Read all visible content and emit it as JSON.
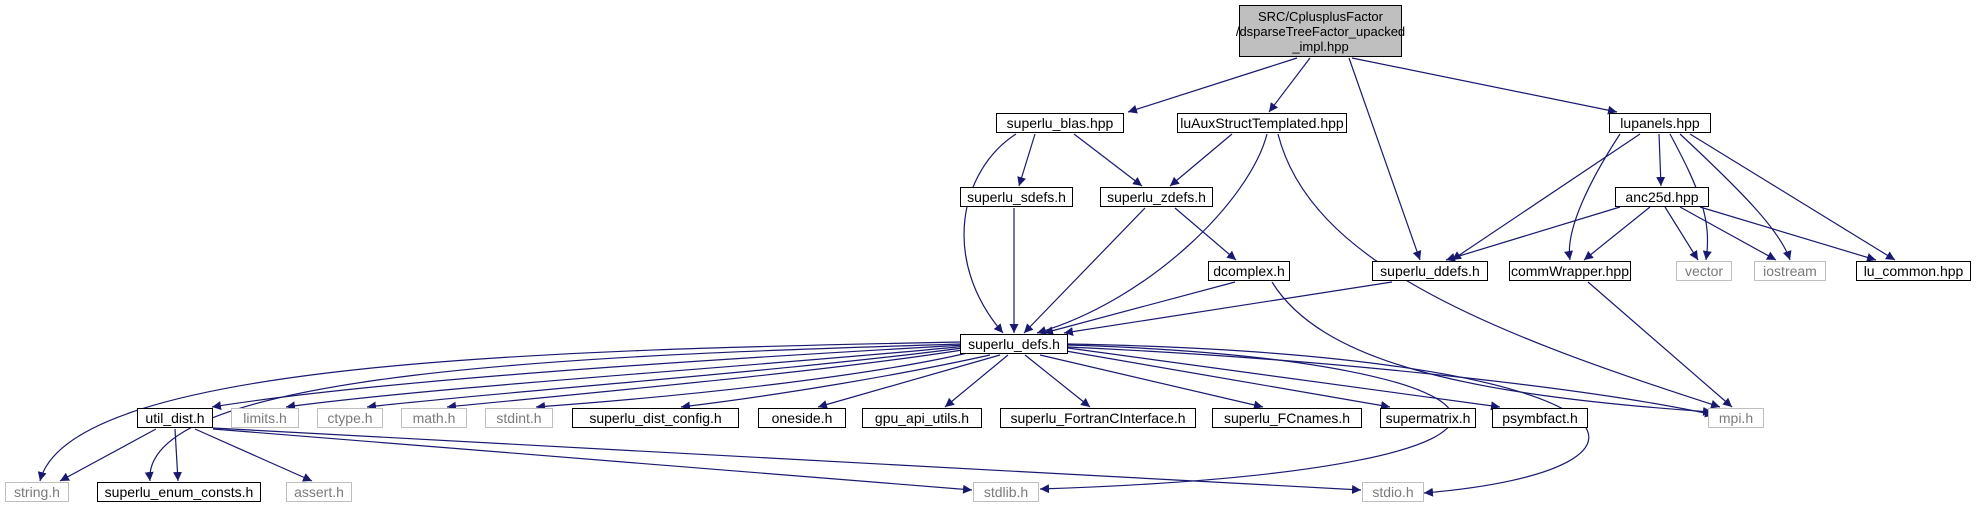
{
  "root": {
    "line1": "SRC/CplusplusFactor",
    "line2": "/dsparseTreeFactor_upacked",
    "line3": "_impl.hpp"
  },
  "nodes": {
    "superlu_blas": "superlu_blas.hpp",
    "luAuxStruct": "luAuxStructTemplated.hpp",
    "lupanels": "lupanels.hpp",
    "superlu_sdefs": "superlu_sdefs.h",
    "superlu_zdefs": "superlu_zdefs.h",
    "anc25d": "anc25d.hpp",
    "dcomplex": "dcomplex.h",
    "superlu_ddefs": "superlu_ddefs.h",
    "commWrapper": "commWrapper.hpp",
    "vector": "vector",
    "iostream": "iostream",
    "lu_common": "lu_common.hpp",
    "superlu_defs": "superlu_defs.h",
    "util_dist": "util_dist.h",
    "limits": "limits.h",
    "ctype": "ctype.h",
    "math": "math.h",
    "stdint": "stdint.h",
    "superlu_dist_config": "superlu_dist_config.h",
    "oneside": "oneside.h",
    "gpu_api_utils": "gpu_api_utils.h",
    "superlu_FortranCInterface": "superlu_FortranCInterface.h",
    "superlu_FCnames": "superlu_FCnames.h",
    "supermatrix": "supermatrix.h",
    "psymbfact": "psymbfact.h",
    "mpi": "mpi.h",
    "string": "string.h",
    "superlu_enum_consts": "superlu_enum_consts.h",
    "assert": "assert.h",
    "stdlib": "stdlib.h",
    "stdio": "stdio.h"
  },
  "colors": {
    "edge": "#191970",
    "system_border": "#bfbfbf",
    "root_fill": "#bfbfbf"
  }
}
